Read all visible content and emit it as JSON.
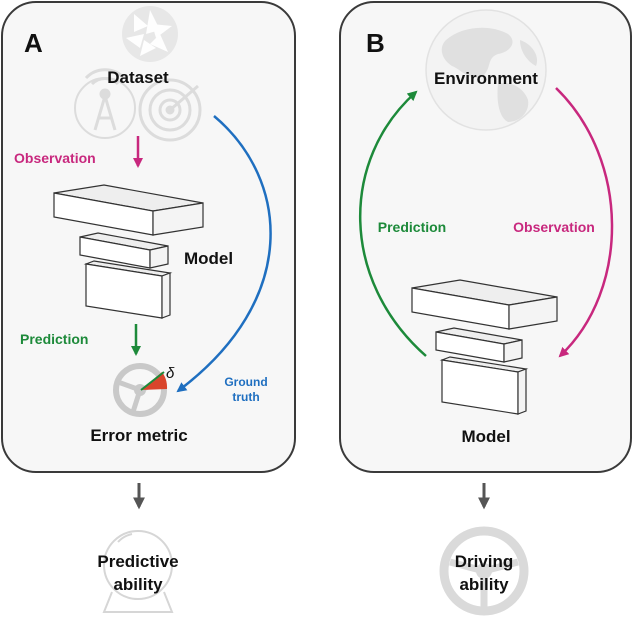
{
  "panel_a": {
    "letter": "A",
    "dataset": "Dataset",
    "observation": "Observation",
    "model": "Model",
    "prediction": "Prediction",
    "delta": "δ",
    "ground_truth_line1": "Ground",
    "ground_truth_line2": "truth",
    "error_metric": "Error metric",
    "result_line1": "Predictive",
    "result_line2": "ability"
  },
  "panel_b": {
    "letter": "B",
    "environment": "Environment",
    "prediction": "Prediction",
    "observation": "Observation",
    "model": "Model",
    "result_line1": "Driving",
    "result_line2": "ability"
  },
  "colors": {
    "observation": "#c8287e",
    "prediction": "#1d8a3a",
    "ground_truth": "#1f6fc0",
    "panel_border": "#3a3a3a",
    "panel_fill": "#f7f7f7",
    "icon_grey": "#d6d6d6",
    "arrow_grey": "#555555",
    "error_wedge": "#d9452c"
  },
  "icons": {
    "dataset": [
      "aperture-icon",
      "antenna-icon",
      "radar-icon"
    ],
    "environment": "globe-icon",
    "error_metric": "steering-wheel-icon",
    "predictive_ability": "crystal-ball-icon",
    "driving_ability": "steering-wheel-icon"
  }
}
